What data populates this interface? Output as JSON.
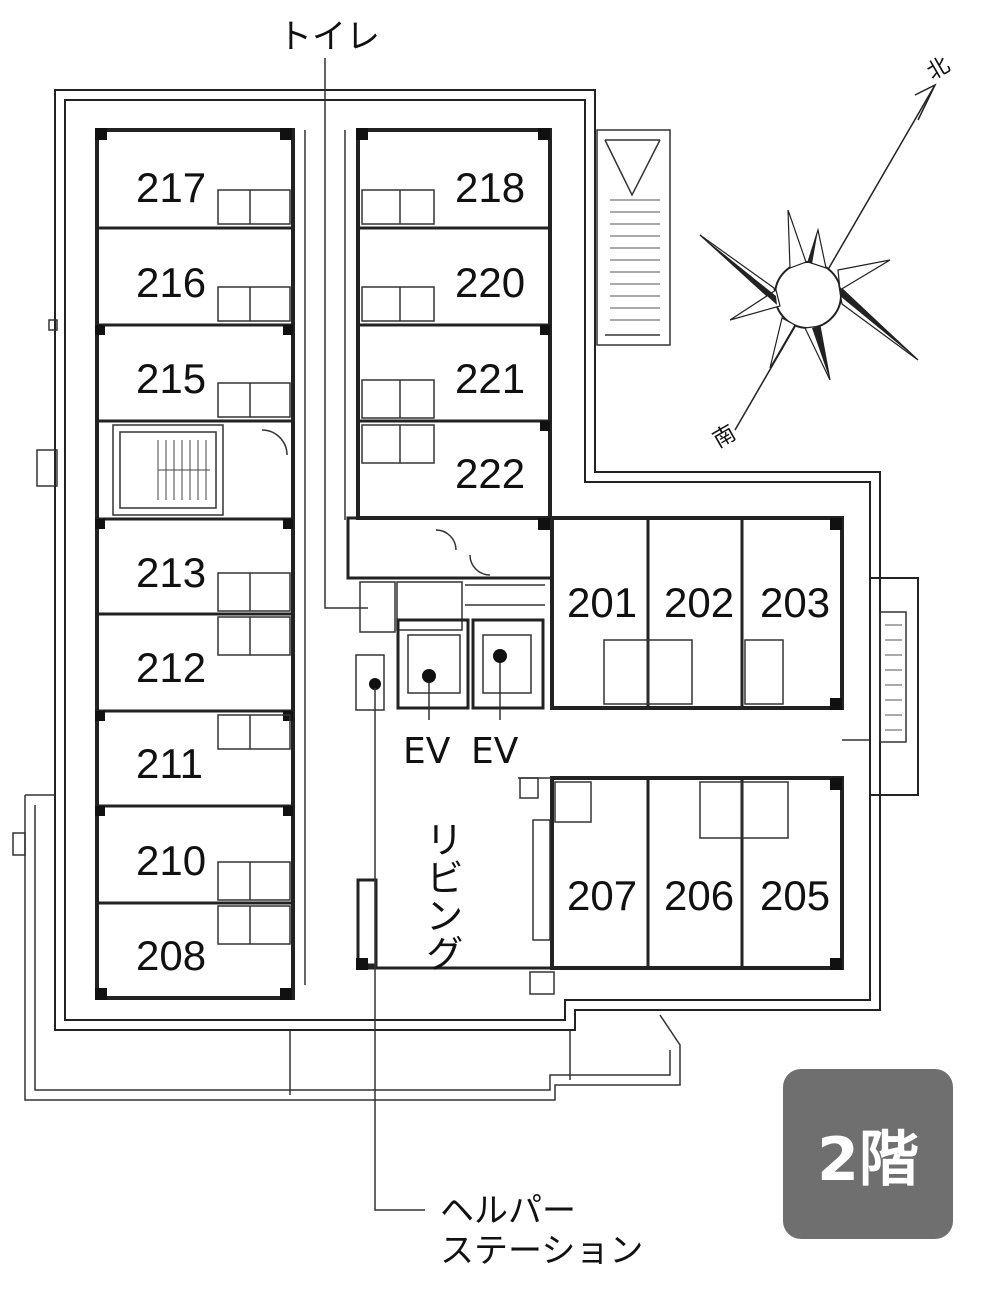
{
  "floor_label": "2階",
  "labels": {
    "toilet": "トイレ",
    "ev": "EV",
    "living": "リビング",
    "helper_line1": "ヘルパー",
    "helper_line2": "ステーション",
    "north": "北",
    "south": "南"
  },
  "rooms": {
    "r217": "217",
    "r216": "216",
    "r215": "215",
    "r213": "213",
    "r212": "212",
    "r211": "211",
    "r210": "210",
    "r208": "208",
    "r218": "218",
    "r220": "220",
    "r221": "221",
    "r222": "222",
    "r201": "201",
    "r202": "202",
    "r203": "203",
    "r207": "207",
    "r206": "206",
    "r205": "205"
  }
}
